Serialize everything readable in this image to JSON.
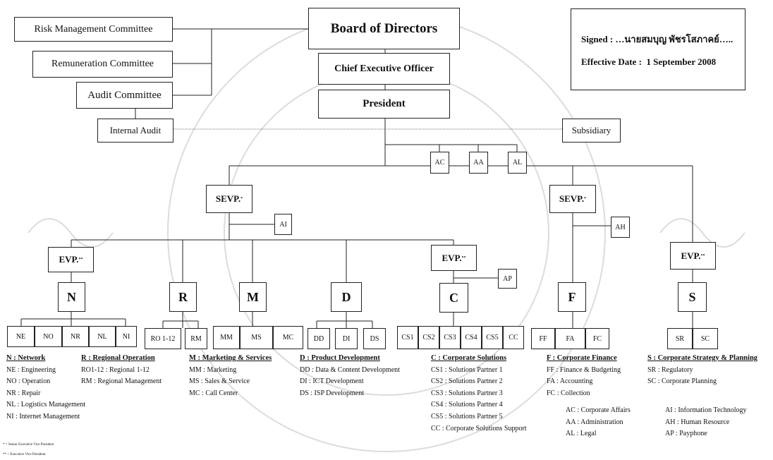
{
  "signature_box": {
    "signed_label": "Signed : …",
    "signed_name": "นายสมบุญ พัชรโสภาคย์",
    "signed_tail": "…..",
    "effective_label": "Effective Date :",
    "effective_date": "1 September 2008"
  },
  "top": {
    "board": "Board of Directors",
    "ceo": "Chief Executive Officer",
    "president": "President",
    "risk": "Risk Management Committee",
    "remuneration": "Remuneration Committee",
    "audit": "Audit Committee",
    "internal_audit": "Internal Audit",
    "subsidiary": "Subsidiary"
  },
  "staff": {
    "ac": "AC",
    "aa": "AA",
    "al": "AL",
    "ai": "AI",
    "ah": "AH",
    "ap": "AP"
  },
  "exec": {
    "sevp": "SEVP.",
    "sevp_mark": "*",
    "evp": "EVP.",
    "evp_mark": "**"
  },
  "divisions": {
    "n": {
      "label": "N",
      "units": [
        "NE",
        "NO",
        "NR",
        "NL",
        "NI"
      ]
    },
    "r": {
      "label": "R",
      "units": [
        "RO 1-12",
        "RM"
      ]
    },
    "m": {
      "label": "M",
      "units": [
        "MM",
        "MS",
        "MC"
      ]
    },
    "d": {
      "label": "D",
      "units": [
        "DD",
        "DI",
        "DS"
      ]
    },
    "c": {
      "label": "C",
      "units": [
        "CS1",
        "CS2",
        "CS3",
        "CS4",
        "CS5",
        "CC"
      ]
    },
    "f": {
      "label": "F",
      "units": [
        "FF",
        "FA",
        "FC"
      ]
    },
    "s": {
      "label": "S",
      "units": [
        "SR",
        "SC"
      ]
    }
  },
  "legend": {
    "network": {
      "heading": "N : Network",
      "items": [
        "NE : Engineering",
        "NO : Operation",
        "NR : Repair",
        "NL : Logistics Management",
        "NI : Internet Management"
      ]
    },
    "regional": {
      "heading": "R : Regional Operation",
      "items": [
        "RO1-12 : Regional 1-12",
        "RM : Regional Management"
      ]
    },
    "marketing": {
      "heading": "M : Marketing & Services",
      "items": [
        "MM : Marketing",
        "MS : Sales & Service",
        "MC : Call Center"
      ]
    },
    "product": {
      "heading": "D : Product Development",
      "items": [
        "DD : Data & Content Development",
        "DI : ICT Development",
        "DS : ISP Development"
      ]
    },
    "corporate_solutions": {
      "heading": "C : Corporate Solutions",
      "items": [
        "CS1 : Solutions Partner 1",
        "CS2 : Solutions Partner 2",
        "CS3 : Solutions Partner 3",
        "CS4 : Solutions Partner 4",
        "CS5 : Solutions Partner 5",
        "CC : Corporate Solutions Support"
      ]
    },
    "finance": {
      "heading": "F : Corporate Finance",
      "items": [
        "FF : Finance & Budgeting",
        "FA : Accounting",
        "FC : Collection"
      ]
    },
    "strategy": {
      "heading": "S : Corporate Strategy & Planning",
      "items": [
        "SR : Regulatory",
        "SC : Corporate Planning"
      ]
    },
    "staff_col1": [
      "AC : Corporate Affairs",
      "AA : Administration",
      "AL : Legal"
    ],
    "staff_col2": [
      "AI : Information Technology",
      "AH : Human Resource",
      "AP : Payphone"
    ]
  },
  "footnotes": [
    "* = Senior Executive Vice President",
    "** = Executive Vice President"
  ]
}
